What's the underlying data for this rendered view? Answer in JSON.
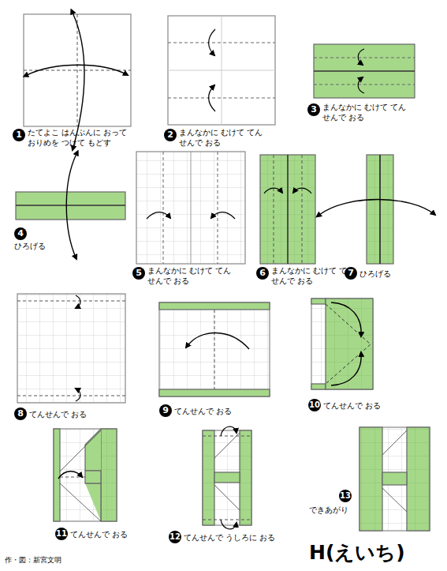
{
  "diagram": {
    "title": "H(えいち)",
    "labels": [
      "1",
      "たてよこ はんぶんに おって おりめを つけて もどす",
      "2",
      "まんなかに むけて てんせんで おる",
      "3",
      "まんなかに むけて てんせんで おる",
      "4",
      "ひろげる",
      "5",
      "まんなかに むけて てんせんで おる",
      "6",
      "まんなかに むけて てんせんで おる",
      "7",
      "ひろげる",
      "8",
      "てんせんで おる",
      "9",
      "てんせんで おる",
      "10",
      "てんせんで おる",
      "11",
      "てんせんで おる",
      "12",
      "てんせんで うしろに おる",
      "13",
      "できあがり",
      "作・図：新宮文明"
    ]
  }
}
